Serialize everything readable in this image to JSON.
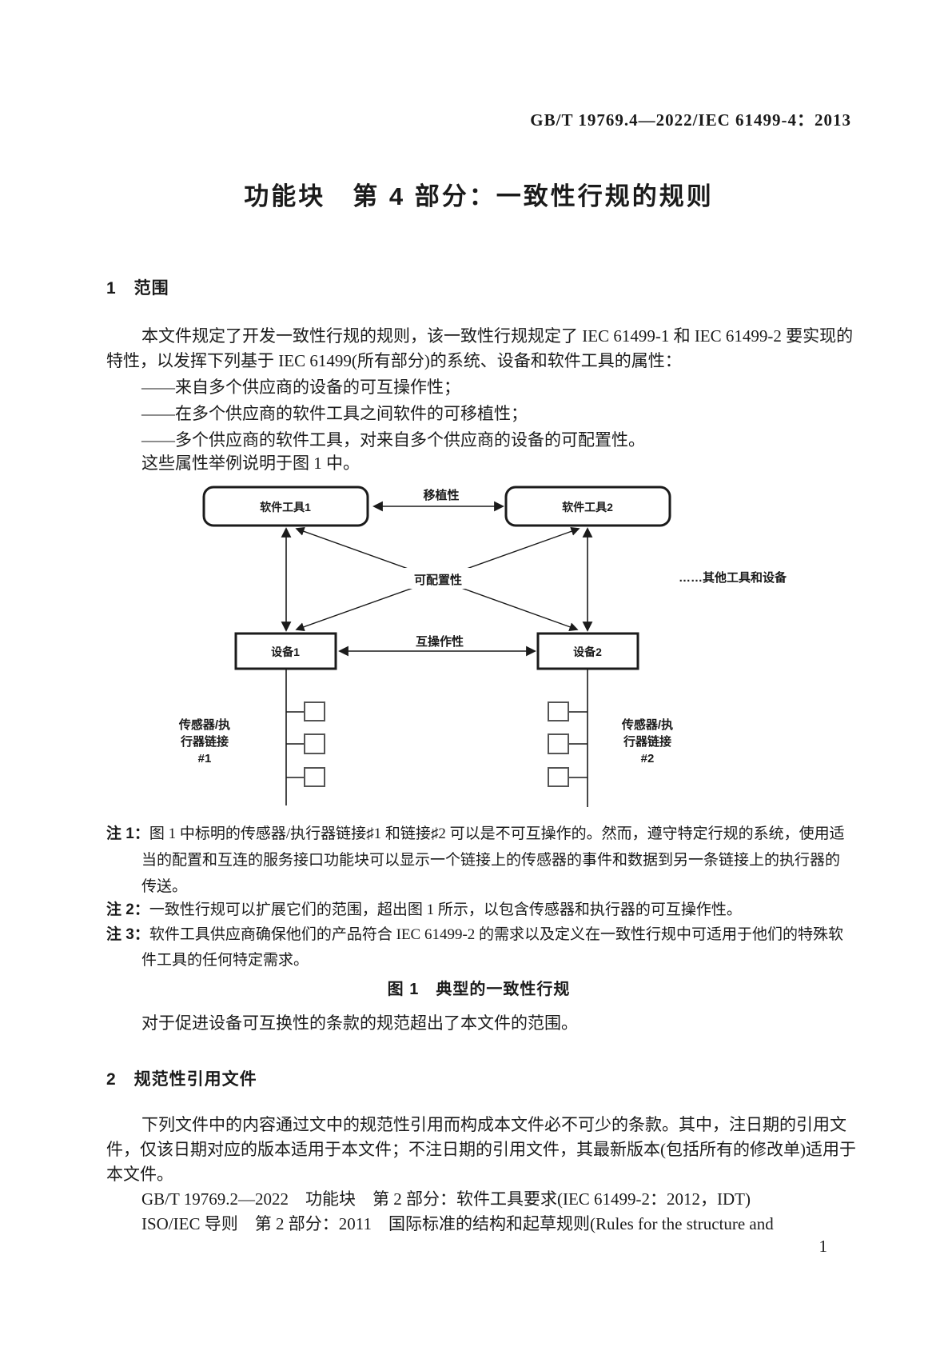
{
  "page": {
    "header_code": "GB/T 19769.4—2022/IEC 61499-4：2013",
    "title": "功能块　第 4 部分：一致性行规的规则",
    "page_number": "1",
    "ink_color": "#1b1b1b"
  },
  "scope": {
    "heading": "1　范围",
    "para_lines": [
      "本文件规定了开发一致性行规的规则，该一致性行规规定了 IEC 61499-1 和 IEC 61499-2 要实现的",
      "特性，以发挥下列基于 IEC 61499(所有部分)的系统、设备和软件工具的属性："
    ],
    "list_items": [
      "——来自多个供应商的设备的可互操作性；",
      "——在多个供应商的软件工具之间软件的可移植性；",
      "——多个供应商的软件工具，对来自多个供应商的设备的可配置性。"
    ],
    "outro": "这些属性举例说明于图 1 中。",
    "after_figure": "对于促进设备可互换性的条款的规范超出了本文件的范围。"
  },
  "figure": {
    "caption": "图 1　典型的一致性行规",
    "nodes": {
      "tool1": "软件工具1",
      "tool2": "软件工具2",
      "device1": "设备1",
      "device2": "设备2"
    },
    "labels": {
      "portability": "移植性",
      "configurability": "可配置性",
      "interoperability": "互操作性",
      "others": "……其他工具和设备",
      "link1_line1": "传感器/执",
      "link1_line2": "行器链接",
      "link1_line3": "#1",
      "link2_line1": "传感器/执",
      "link2_line2": "行器链接",
      "link2_line3": "#2"
    }
  },
  "notes": {
    "note1_label": "注 1：",
    "note1_lines": [
      "图 1 中标明的传感器/执行器链接♯1 和链接♯2 可以是不可互操作的。然而，遵守特定行规的系统，使用适",
      "当的配置和互连的服务接口功能块可以显示一个链接上的传感器的事件和数据到另一条链接上的执行器的",
      "传送。"
    ],
    "note2_label": "注 2：",
    "note2_lines": [
      "一致性行规可以扩展它们的范围，超出图 1 所示，以包含传感器和执行器的可互操作性。"
    ],
    "note3_label": "注 3：",
    "note3_lines": [
      "软件工具供应商确保他们的产品符合 IEC 61499-2 的需求以及定义在一致性行规中可适用于他们的特殊软",
      "件工具的任何特定需求。"
    ]
  },
  "references": {
    "heading": "2　规范性引用文件",
    "para_lines": [
      "下列文件中的内容通过文中的规范性引用而构成本文件必不可少的条款。其中，注日期的引用文",
      "件，仅该日期对应的版本适用于本文件；不注日期的引用文件，其最新版本(包括所有的修改单)适用于",
      "本文件。"
    ],
    "entries": [
      "GB/T 19769.2—2022　功能块　第 2 部分：软件工具要求(IEC 61499-2：2012，IDT)",
      "ISO/IEC 导则　第 2 部分：2011　国际标准的结构和起草规则(Rules for the structure and"
    ]
  }
}
